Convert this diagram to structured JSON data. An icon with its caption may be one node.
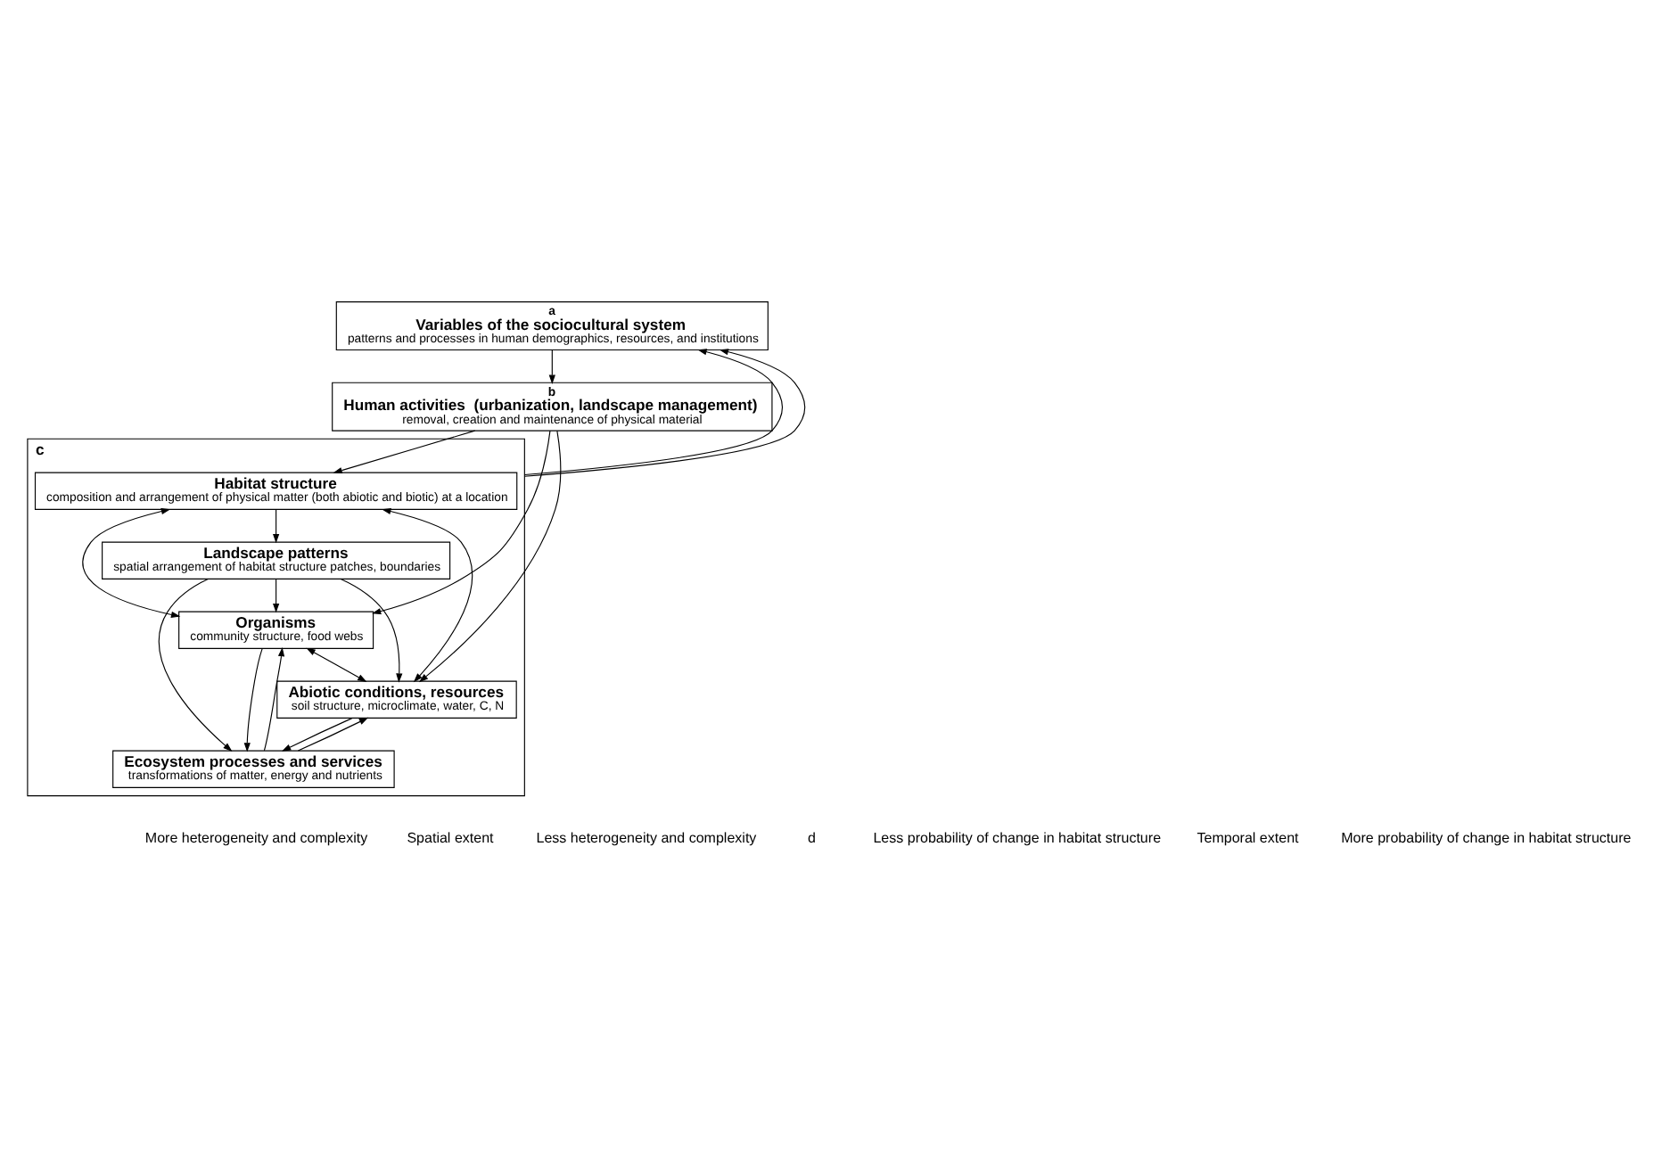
{
  "diagram": {
    "nodes": [
      {
        "text": [
          "a",
          "Variables of the sociocultural system",
          "patterns and processes in human demographics, resources, and institutions"
        ]
      },
      {
        "text": [
          "b",
          "Human activities  (urbanization, landscape management)",
          "removal, creation and maintenance of physical material"
        ]
      },
      {
        "text": [
          "c"
        ]
      },
      {
        "text": [
          "Habitat structure",
          "composition and arrangement of physical matter (both abiotic and biotic) at a location"
        ],
        "in": 2
      },
      {
        "text": [
          "Landscape patterns",
          "spatial arrangement of habitat structure patches, boundaries"
        ],
        "in": 2
      },
      {
        "text": [
          "Organisms",
          "community structure, food webs"
        ],
        "in": 2
      },
      {
        "text": [
          "Abiotic conditions, resources",
          "soil structure, microclimate, water, C, N"
        ],
        "in": 2
      },
      {
        "text": [
          "Ecosystem processes and services",
          "transformations of matter, energy and nutrients"
        ],
        "in": 2
      }
    ],
    "edges": [
      {
        "from": 0,
        "to": 1,
        "arrow": "to"
      },
      {
        "from": 2,
        "to": 0,
        "arrow": "to"
      },
      {
        "from": 2,
        "to": 0,
        "arrow": "to"
      },
      {
        "from": 1,
        "to": 3,
        "arrow": "to"
      },
      {
        "from": 1,
        "to": 5,
        "arrow": "to"
      },
      {
        "from": 1,
        "to": 6,
        "arrow": "to"
      },
      {
        "from": 3,
        "to": 4,
        "arrow": "to"
      },
      {
        "from": 3,
        "to": 5,
        "arrow": "both"
      },
      {
        "from": 3,
        "to": 6,
        "arrow": "both"
      },
      {
        "from": 4,
        "to": 5,
        "arrow": "to"
      },
      {
        "from": 4,
        "to": 6,
        "arrow": "to"
      },
      {
        "from": 4,
        "to": 7,
        "arrow": "to"
      },
      {
        "from": 5,
        "to": 6,
        "arrow": "both"
      },
      {
        "from": 5,
        "to": 7,
        "arrow": "to"
      },
      {
        "from": 6,
        "to": 7,
        "arrow": "to"
      },
      {
        "from": 7,
        "to": 5,
        "arrow": "to"
      },
      {
        "from": 7,
        "to": 6,
        "arrow": "to"
      }
    ],
    "labels": [
      "More heterogeneity and complexity",
      "Spatial extent",
      "Less heterogeneity and complexity",
      "d",
      "Less probability of change in habitat structure",
      "Temporal extent",
      "More probability of change in habitat structure"
    ]
  }
}
